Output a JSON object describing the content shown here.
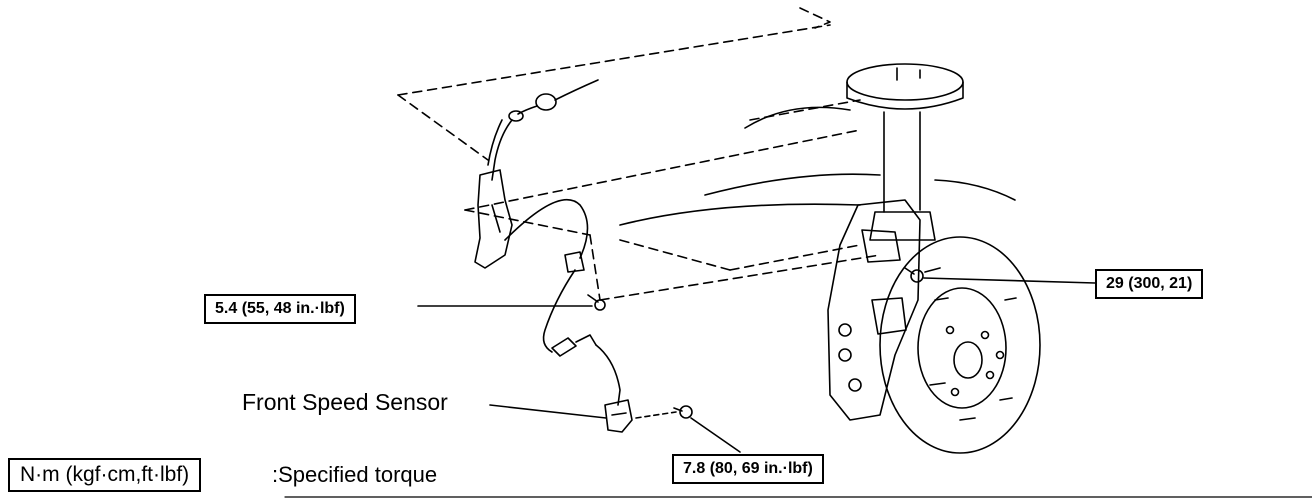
{
  "labels": {
    "torque_bracket_bolt": "5.4 (55, 48 in.·lbf)",
    "torque_caliper": "29 (300, 21)",
    "torque_sensor_bolt": "7.8 (80, 69 in.·lbf)",
    "front_speed_sensor": "Front Speed Sensor"
  },
  "legend": {
    "unit": "N·m (kgf·cm,ft·lbf)",
    "description": ":Specified torque"
  }
}
